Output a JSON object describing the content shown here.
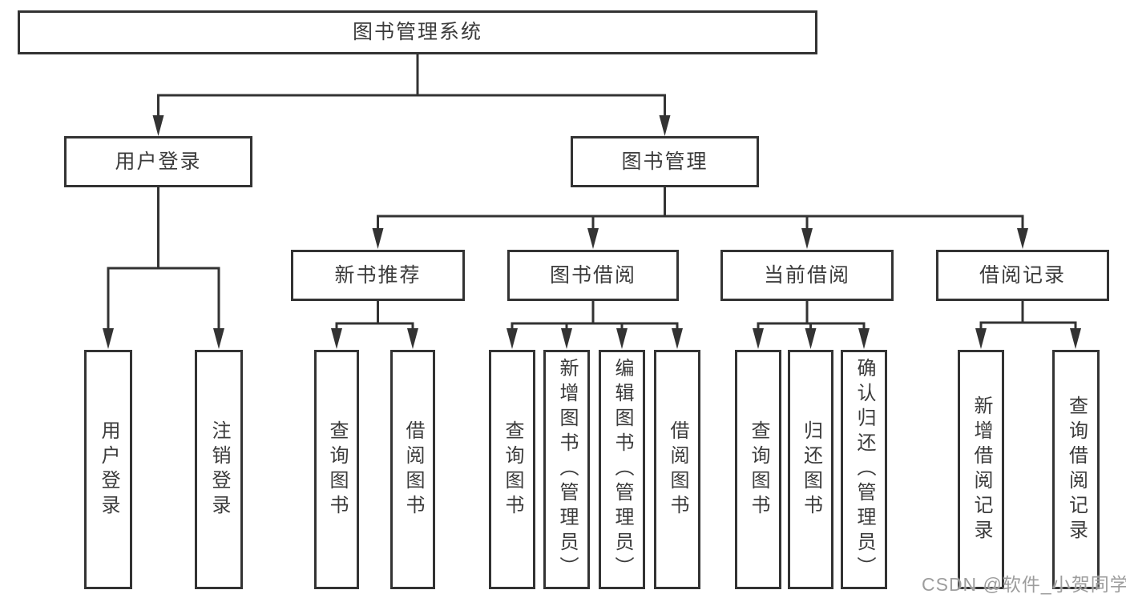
{
  "diagram": {
    "root": {
      "label": "图书管理系统",
      "children": [
        {
          "label": "用户登录",
          "children": [
            {
              "label": "用户登录"
            },
            {
              "label": "注销登录"
            }
          ]
        },
        {
          "label": "图书管理",
          "children": [
            {
              "label": "新书推荐",
              "children": [
                {
                  "label": "查询图书"
                },
                {
                  "label": "借阅图书"
                }
              ]
            },
            {
              "label": "图书借阅",
              "children": [
                {
                  "label": "查询图书"
                },
                {
                  "label": "新增图书（管理员）"
                },
                {
                  "label": "编辑图书（管理员）"
                },
                {
                  "label": "借阅图书"
                }
              ]
            },
            {
              "label": "当前借阅",
              "children": [
                {
                  "label": "查询图书"
                },
                {
                  "label": "归还图书"
                },
                {
                  "label": "确认归还（管理员）"
                }
              ]
            },
            {
              "label": "借阅记录",
              "children": [
                {
                  "label": "新增借阅记录"
                },
                {
                  "label": "查询借阅记录"
                }
              ]
            }
          ]
        }
      ]
    },
    "colors": {
      "line": "#333333",
      "text": "#3b3b3b",
      "background": "#ffffff",
      "watermark": "#989898"
    }
  },
  "watermark": {
    "text": "CSDN @软件_小贺同学"
  }
}
